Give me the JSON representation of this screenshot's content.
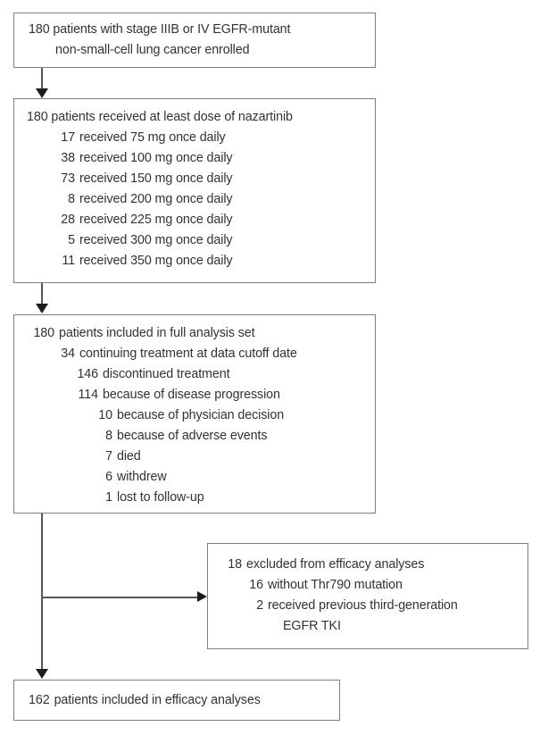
{
  "diagram": {
    "type": "consort-flow-diagram",
    "colors": {
      "box_border": "#7d7d80",
      "connector": "#55555a",
      "arrow_head": "#1c1c1c",
      "text": "#33322f",
      "background": "#ffffff"
    },
    "boxes": {
      "enrolled": {
        "line1": "180 patients with stage IIIB or IV EGFR-mutant",
        "line2": "non-small-cell lung cancer enrolled"
      },
      "dosing": {
        "header": "180 patients received at least dose of nazartinib",
        "rows": [
          {
            "count": "17",
            "text": "received 75 mg once daily"
          },
          {
            "count": "38",
            "text": "received 100 mg once daily"
          },
          {
            "count": "73",
            "text": "received 150 mg once daily"
          },
          {
            "count": "8",
            "text": "received 200 mg once daily"
          },
          {
            "count": "28",
            "text": "received 225 mg once daily"
          },
          {
            "count": "5",
            "text": "received 300 mg once daily"
          },
          {
            "count": "11",
            "text": "received 350 mg once daily"
          }
        ]
      },
      "full_analysis_set": {
        "header_count": "180",
        "header_text": "patients included in full analysis set",
        "rows": [
          {
            "count": "34",
            "text": "continuing treatment at data cutoff date"
          },
          {
            "count": "146",
            "text": "discontinued treatment"
          },
          {
            "count": "114",
            "text": "because of disease progression"
          },
          {
            "count": "10",
            "text": "because of physician decision"
          },
          {
            "count": "8",
            "text": "because of adverse events"
          },
          {
            "count": "7",
            "text": "died"
          },
          {
            "count": "6",
            "text": "withdrew"
          },
          {
            "count": "1",
            "text": "lost to follow-up"
          }
        ]
      },
      "excluded": {
        "header_count": "18",
        "header_text": "excluded from efficacy analyses",
        "rows": [
          {
            "count": "16",
            "text": "without Thr790 mutation"
          },
          {
            "count": "2",
            "text": "received previous third-generation"
          }
        ],
        "continuation": "EGFR TKI"
      },
      "efficacy": {
        "count": "162",
        "text": "patients included in efficacy analyses"
      }
    }
  }
}
